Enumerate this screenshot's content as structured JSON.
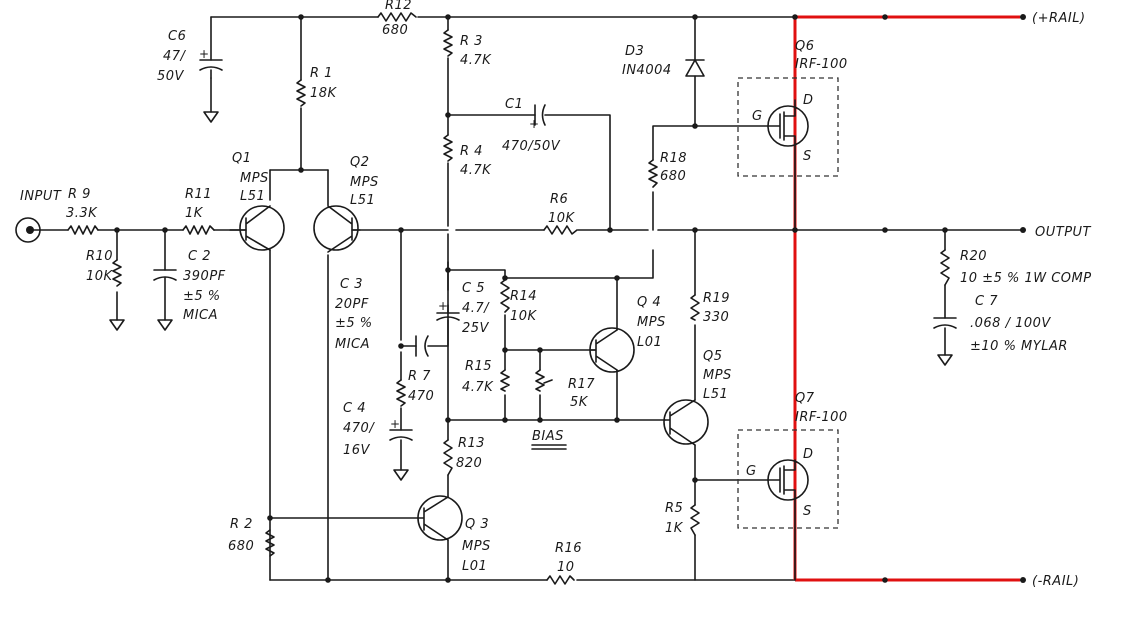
{
  "diagram": {
    "terminals": {
      "input": "INPUT",
      "output": "OUTPUT",
      "plus_rail": "(+RAIL)",
      "minus_rail": "(-RAIL)"
    },
    "components": {
      "r9": {
        "ref": "R 9",
        "value": "3.3K"
      },
      "r11": {
        "ref": "R11",
        "value": "1K"
      },
      "r10": {
        "ref": "R10",
        "value": "10K"
      },
      "c2": {
        "ref": "C 2",
        "value": "390PF",
        "tol": "±5 %",
        "type": "MICA"
      },
      "c6": {
        "ref": "C6",
        "value": "47/",
        "volt": "50V"
      },
      "r1": {
        "ref": "R 1",
        "value": "18K"
      },
      "r12": {
        "ref": "R12",
        "value": "680"
      },
      "q1": {
        "ref": "Q1",
        "type": "MPS",
        "part": "L51"
      },
      "q2": {
        "ref": "Q2",
        "type": "MPS",
        "part": "L51"
      },
      "r3": {
        "ref": "R 3",
        "value": "4.7K"
      },
      "r4": {
        "ref": "R 4",
        "value": "4.7K"
      },
      "c1": {
        "ref": "C1",
        "value": "470/50V"
      },
      "d3": {
        "ref": "D3",
        "value": "IN4004"
      },
      "q6": {
        "ref": "Q6",
        "part": "IRF-100",
        "g": "G",
        "d": "D",
        "s": "S"
      },
      "r18": {
        "ref": "R18",
        "value": "680"
      },
      "r6": {
        "ref": "R6",
        "value": "10K"
      },
      "c3": {
        "ref": "C 3",
        "value": "20PF",
        "tol": "±5 %",
        "type": "MICA"
      },
      "c5": {
        "ref": "C 5",
        "value": "4.7/",
        "volt": "25V"
      },
      "r14": {
        "ref": "R14",
        "value": "10K"
      },
      "q4": {
        "ref": "Q 4",
        "type": "MPS",
        "part": "L01"
      },
      "r19": {
        "ref": "R19",
        "value": "330"
      },
      "q5": {
        "ref": "Q5",
        "type": "MPS",
        "part": "L51"
      },
      "r15": {
        "ref": "R15",
        "value": "4.7K"
      },
      "r17": {
        "ref": "R17",
        "value": "5K"
      },
      "bias": "BIAS",
      "r7": {
        "ref": "R 7",
        "value": "470"
      },
      "c4": {
        "ref": "C 4",
        "value": "470/",
        "volt": "16V"
      },
      "r13": {
        "ref": "R13",
        "value": "820"
      },
      "q3": {
        "ref": "Q 3",
        "type": "MPS",
        "part": "L01"
      },
      "r2": {
        "ref": "R 2",
        "value": "680"
      },
      "r16": {
        "ref": "R16",
        "value": "10"
      },
      "r5": {
        "ref": "R5",
        "value": "1K"
      },
      "q7": {
        "ref": "Q7",
        "part": "IRF-100",
        "g": "G",
        "d": "D",
        "s": "S"
      },
      "r20": {
        "ref": "R20",
        "value": "10 ±5 % 1W COMP"
      },
      "c7": {
        "ref": "C 7",
        "value": ".068 / 100V",
        "tol": "±10 % MYLAR"
      }
    },
    "colors": {
      "ink": "#1a1a1a",
      "highlight": "#e01010",
      "paper": "#ffffff"
    }
  }
}
